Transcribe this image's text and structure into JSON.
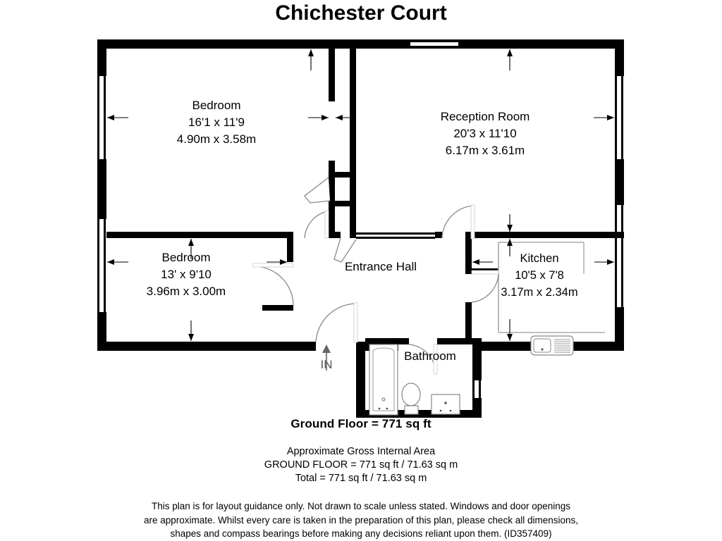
{
  "title": "Chichester Court",
  "rooms": [
    {
      "key": "bedroom1",
      "name": "Bedroom",
      "imperial": "16'1 x 11'9",
      "metric": "4.90m x 3.58m"
    },
    {
      "key": "reception",
      "name": "Reception Room",
      "imperial": "20'3 x 11'10",
      "metric": "6.17m x 3.61m"
    },
    {
      "key": "bedroom2",
      "name": "Bedroom",
      "imperial": "13' x 9'10",
      "metric": "3.96m x 3.00m"
    },
    {
      "key": "kitchen",
      "name": "Kitchen",
      "imperial": "10'5 x 7'8",
      "metric": "3.17m x 2.34m"
    },
    {
      "key": "hall",
      "name": "Entrance Hall",
      "imperial": "",
      "metric": ""
    },
    {
      "key": "bathroom",
      "name": "Bathroom",
      "imperial": "",
      "metric": ""
    }
  ],
  "entrance": {
    "label": "IN"
  },
  "area": {
    "heading": "Ground Floor = 771 sq ft",
    "line1": "Approximate Gross Internal Area",
    "line2": "GROUND FLOOR = 771 sq ft / 71.63 sq m",
    "line3": "Total = 771 sq ft / 71.63 sq m"
  },
  "disclaimer": {
    "line1": "This plan is for layout guidance only. Not drawn to scale unless stated. Windows and door openings",
    "line2": "are approximate. Whilst every care is taken in the preparation of this plan, please check all dimensions,",
    "line3": "shapes and compass bearings before making any decisions reliant upon them. (ID357409)"
  },
  "fixtures": {
    "sink": "kitchen-sink",
    "bathtub": "bathtub",
    "toilet": "toilet",
    "basin": "wash-basin"
  },
  "colors": {
    "wall": "#000000",
    "background": "#ffffff",
    "text": "#000000",
    "arrow_grey": "#555555",
    "fixture_outline": "#777777"
  }
}
